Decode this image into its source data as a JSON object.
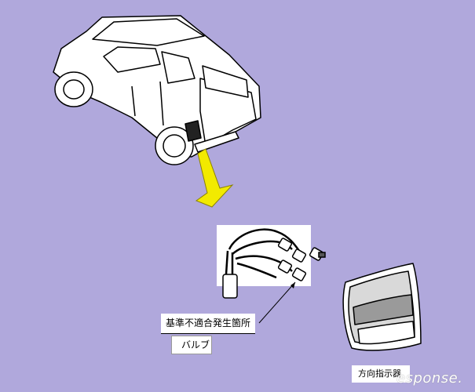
{
  "labels": {
    "defect_location": "基準不適合発生箇所",
    "bulb": "バルブ",
    "turn_signal_lamp": "方向指示器"
  },
  "watermark": "esponse.",
  "colors": {
    "background": "#b0a8dc",
    "arrow": "#f2ea00",
    "line": "#000000",
    "panel": "#ffffff"
  }
}
